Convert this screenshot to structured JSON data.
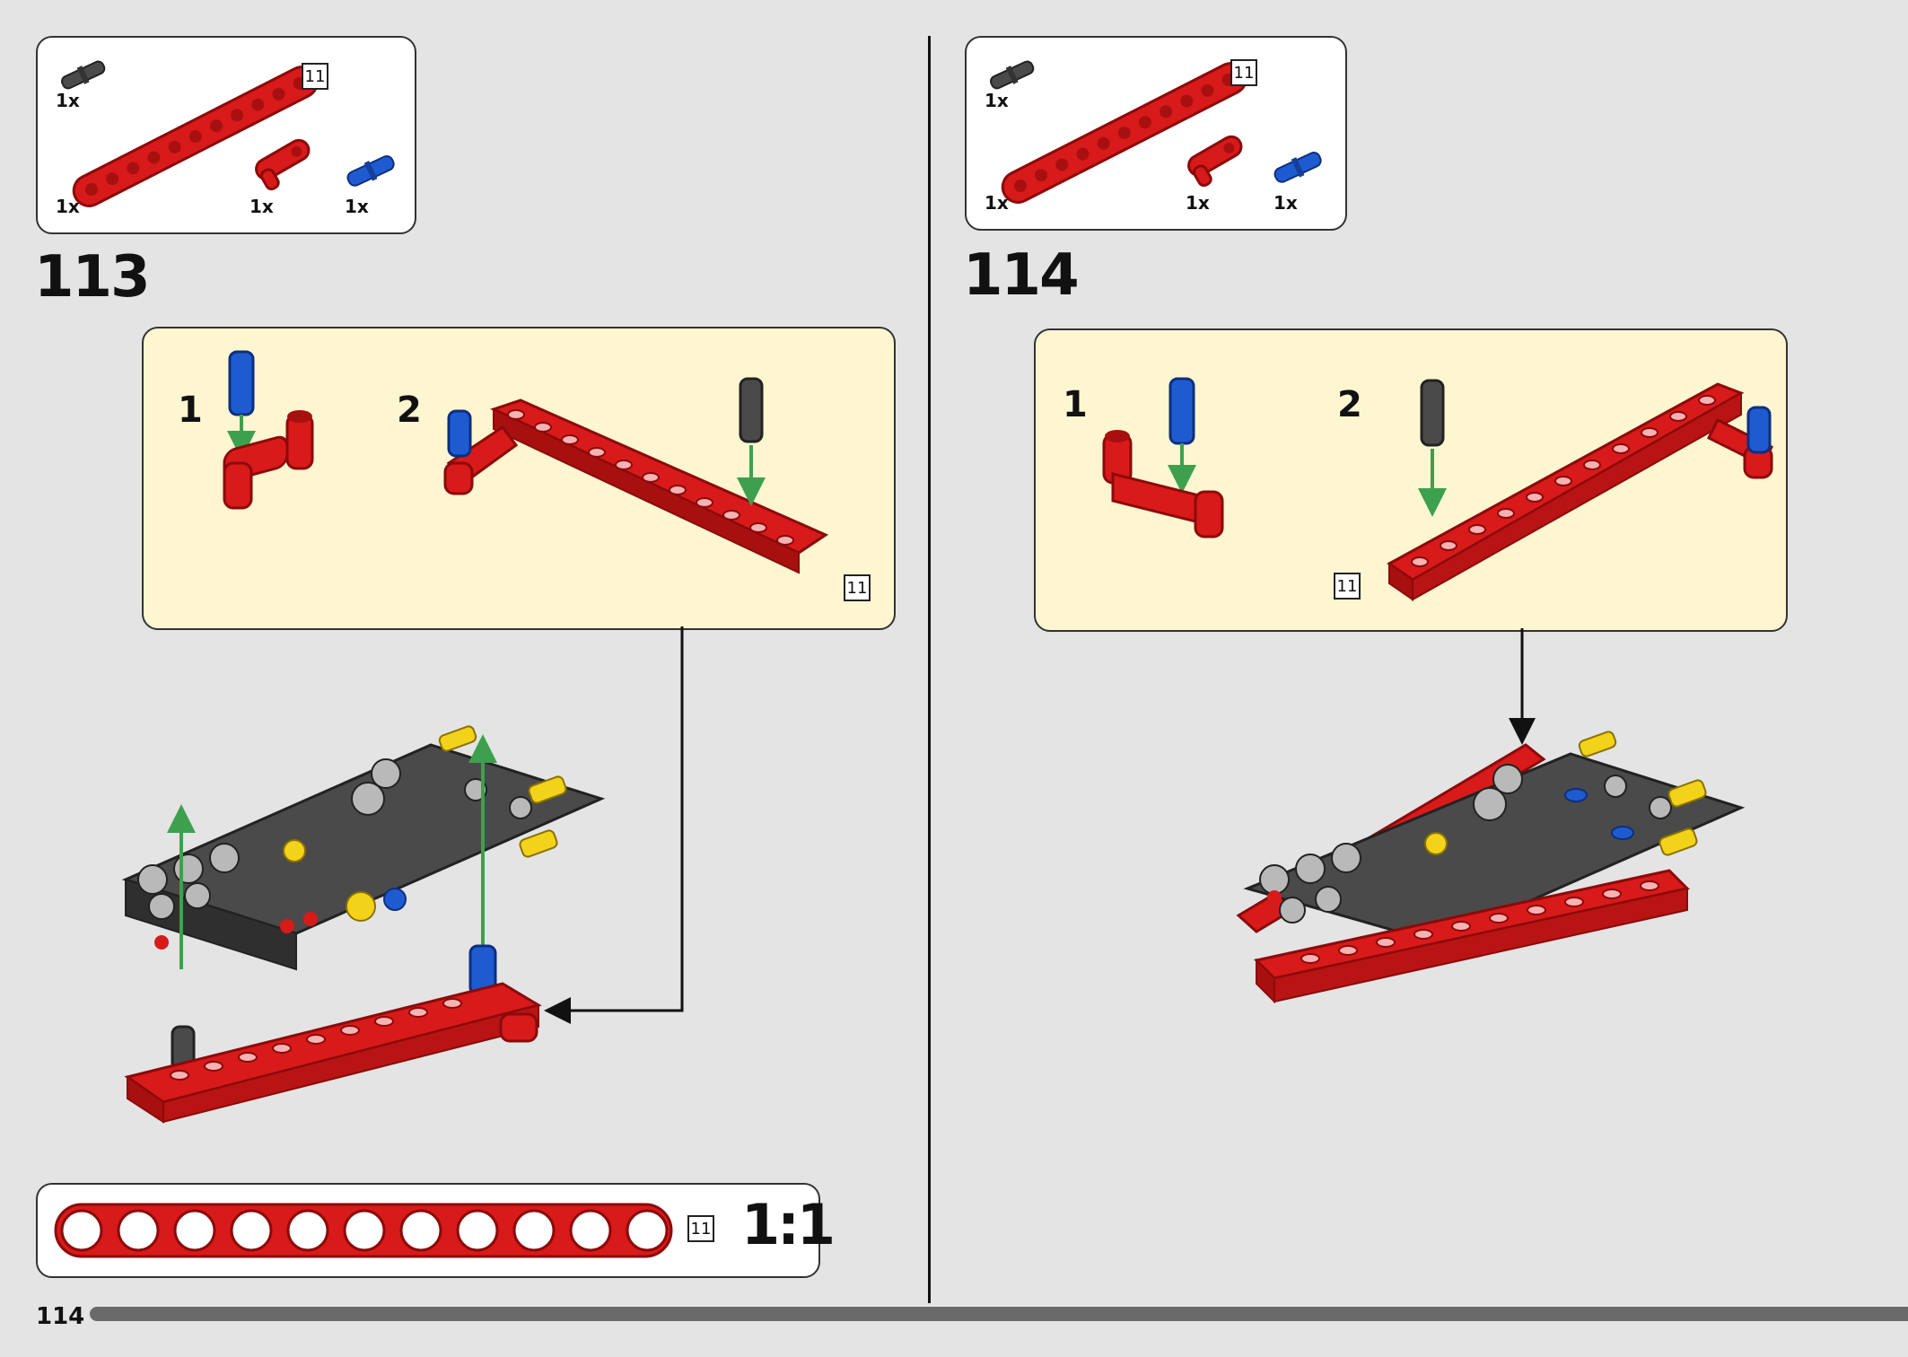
{
  "page_number": "114",
  "badge_label": "11",
  "colors": {
    "red": "#d81a1a",
    "red_dark": "#9c0c0c",
    "blue": "#1f5bd0",
    "gray": "#4a4a4a",
    "yellow": "#f3d21a",
    "green": "#3da04f",
    "cream": "#fdf6d0"
  },
  "steps": [
    {
      "number": "113",
      "parts": [
        {
          "icon": "gray-pin-icon",
          "qty": "1x"
        },
        {
          "icon": "red-beam-11-icon",
          "qty": "1x"
        },
        {
          "icon": "red-crank-icon",
          "qty": "1x"
        },
        {
          "icon": "blue-pin-icon",
          "qty": "1x"
        }
      ],
      "substeps": [
        "1",
        "2"
      ]
    },
    {
      "number": "114",
      "parts": [
        {
          "icon": "gray-pin-icon",
          "qty": "1x"
        },
        {
          "icon": "red-beam-11-icon",
          "qty": "1x"
        },
        {
          "icon": "red-crank-icon",
          "qty": "1x"
        },
        {
          "icon": "blue-pin-icon",
          "qty": "1x"
        }
      ],
      "substeps": [
        "1",
        "2"
      ]
    }
  ],
  "scale_reference": {
    "label": "1:1",
    "holes": 11
  }
}
